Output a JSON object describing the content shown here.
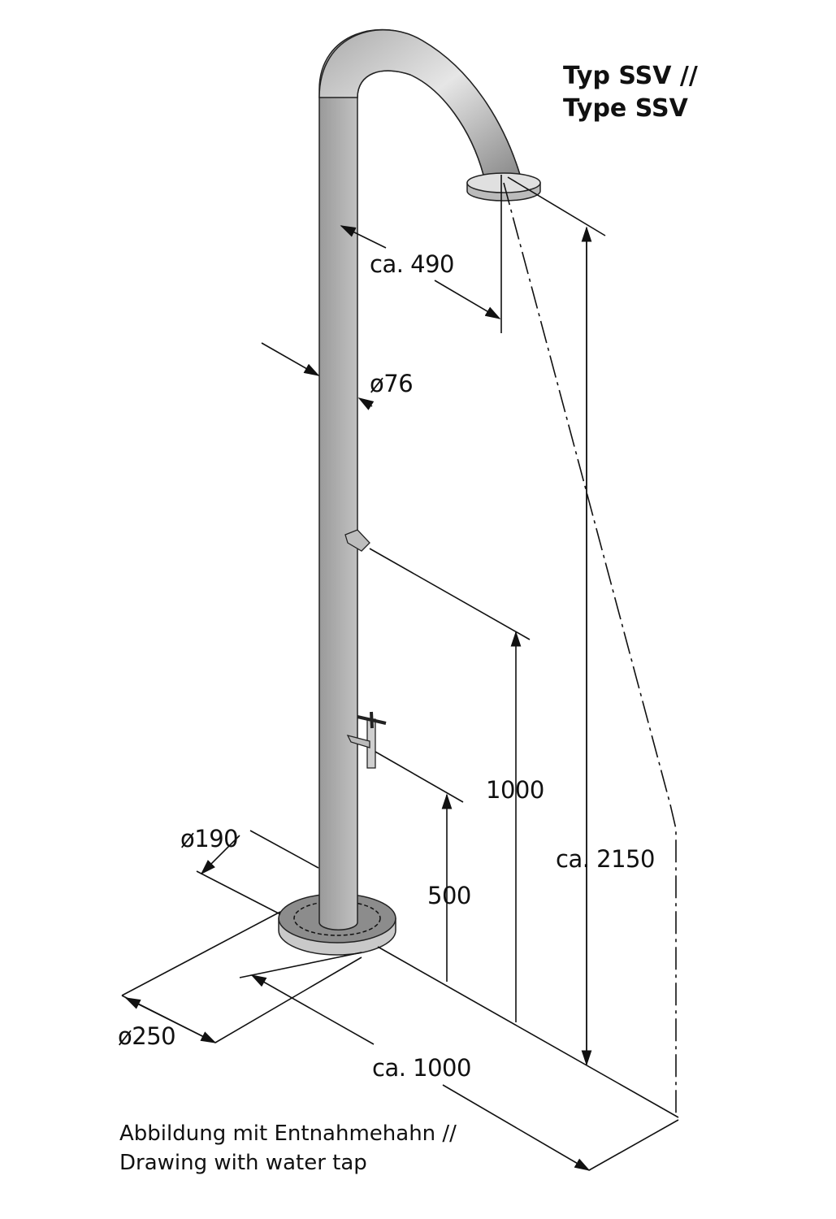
{
  "title": {
    "line1": "Typ SSV //",
    "line2": "Type SSV"
  },
  "dimensions": {
    "reach": "ca. 490",
    "pipe_diameter": "ø76",
    "valve_height": "1000",
    "tap_height": "500",
    "total_height": "ca. 2150",
    "inner_base_diameter": "ø190",
    "outer_base_diameter": "ø250",
    "spray_distance": "ca. 1000"
  },
  "caption": {
    "line1": "Abbildung mit Entnahmehahn //",
    "line2": "Drawing with water tap"
  }
}
